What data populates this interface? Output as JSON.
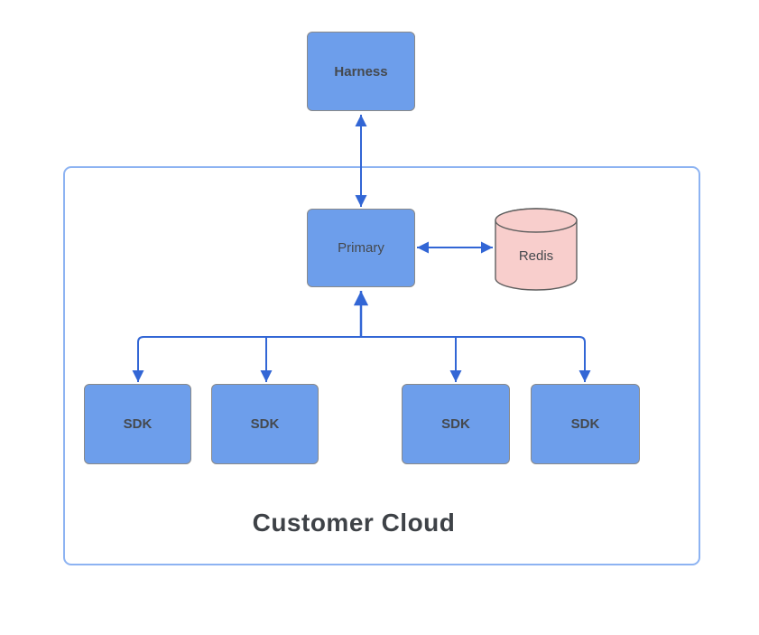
{
  "nodes": {
    "harness": {
      "label": "Harness"
    },
    "primary": {
      "label": "Primary"
    },
    "redis": {
      "label": "Redis",
      "shape": "cylinder"
    },
    "sdks": [
      {
        "label": "SDK"
      },
      {
        "label": "SDK"
      },
      {
        "label": "SDK"
      },
      {
        "label": "SDK"
      }
    ]
  },
  "container": {
    "label": "Customer Cloud"
  },
  "connectors": [
    {
      "from": "Harness",
      "to": "Primary",
      "arrows": "both"
    },
    {
      "from": "Primary",
      "to": "Redis",
      "arrows": "both"
    },
    {
      "from": "Primary",
      "to": "SDK-1",
      "arrows": "both"
    },
    {
      "from": "Primary",
      "to": "SDK-2",
      "arrows": "both"
    },
    {
      "from": "Primary",
      "to": "SDK-3",
      "arrows": "both"
    },
    {
      "from": "Primary",
      "to": "SDK-4",
      "arrows": "both"
    }
  ],
  "colors": {
    "node-fill": "#6d9eeb",
    "node-border": "#898989",
    "node-label": "#45494e",
    "redis-fill": "#f8cecc",
    "redis-border": "#5f5f5f",
    "arrow": "#3266d5",
    "container-border": "#8db3f2",
    "container-label": "#3e4247",
    "background": "#ffffff"
  }
}
